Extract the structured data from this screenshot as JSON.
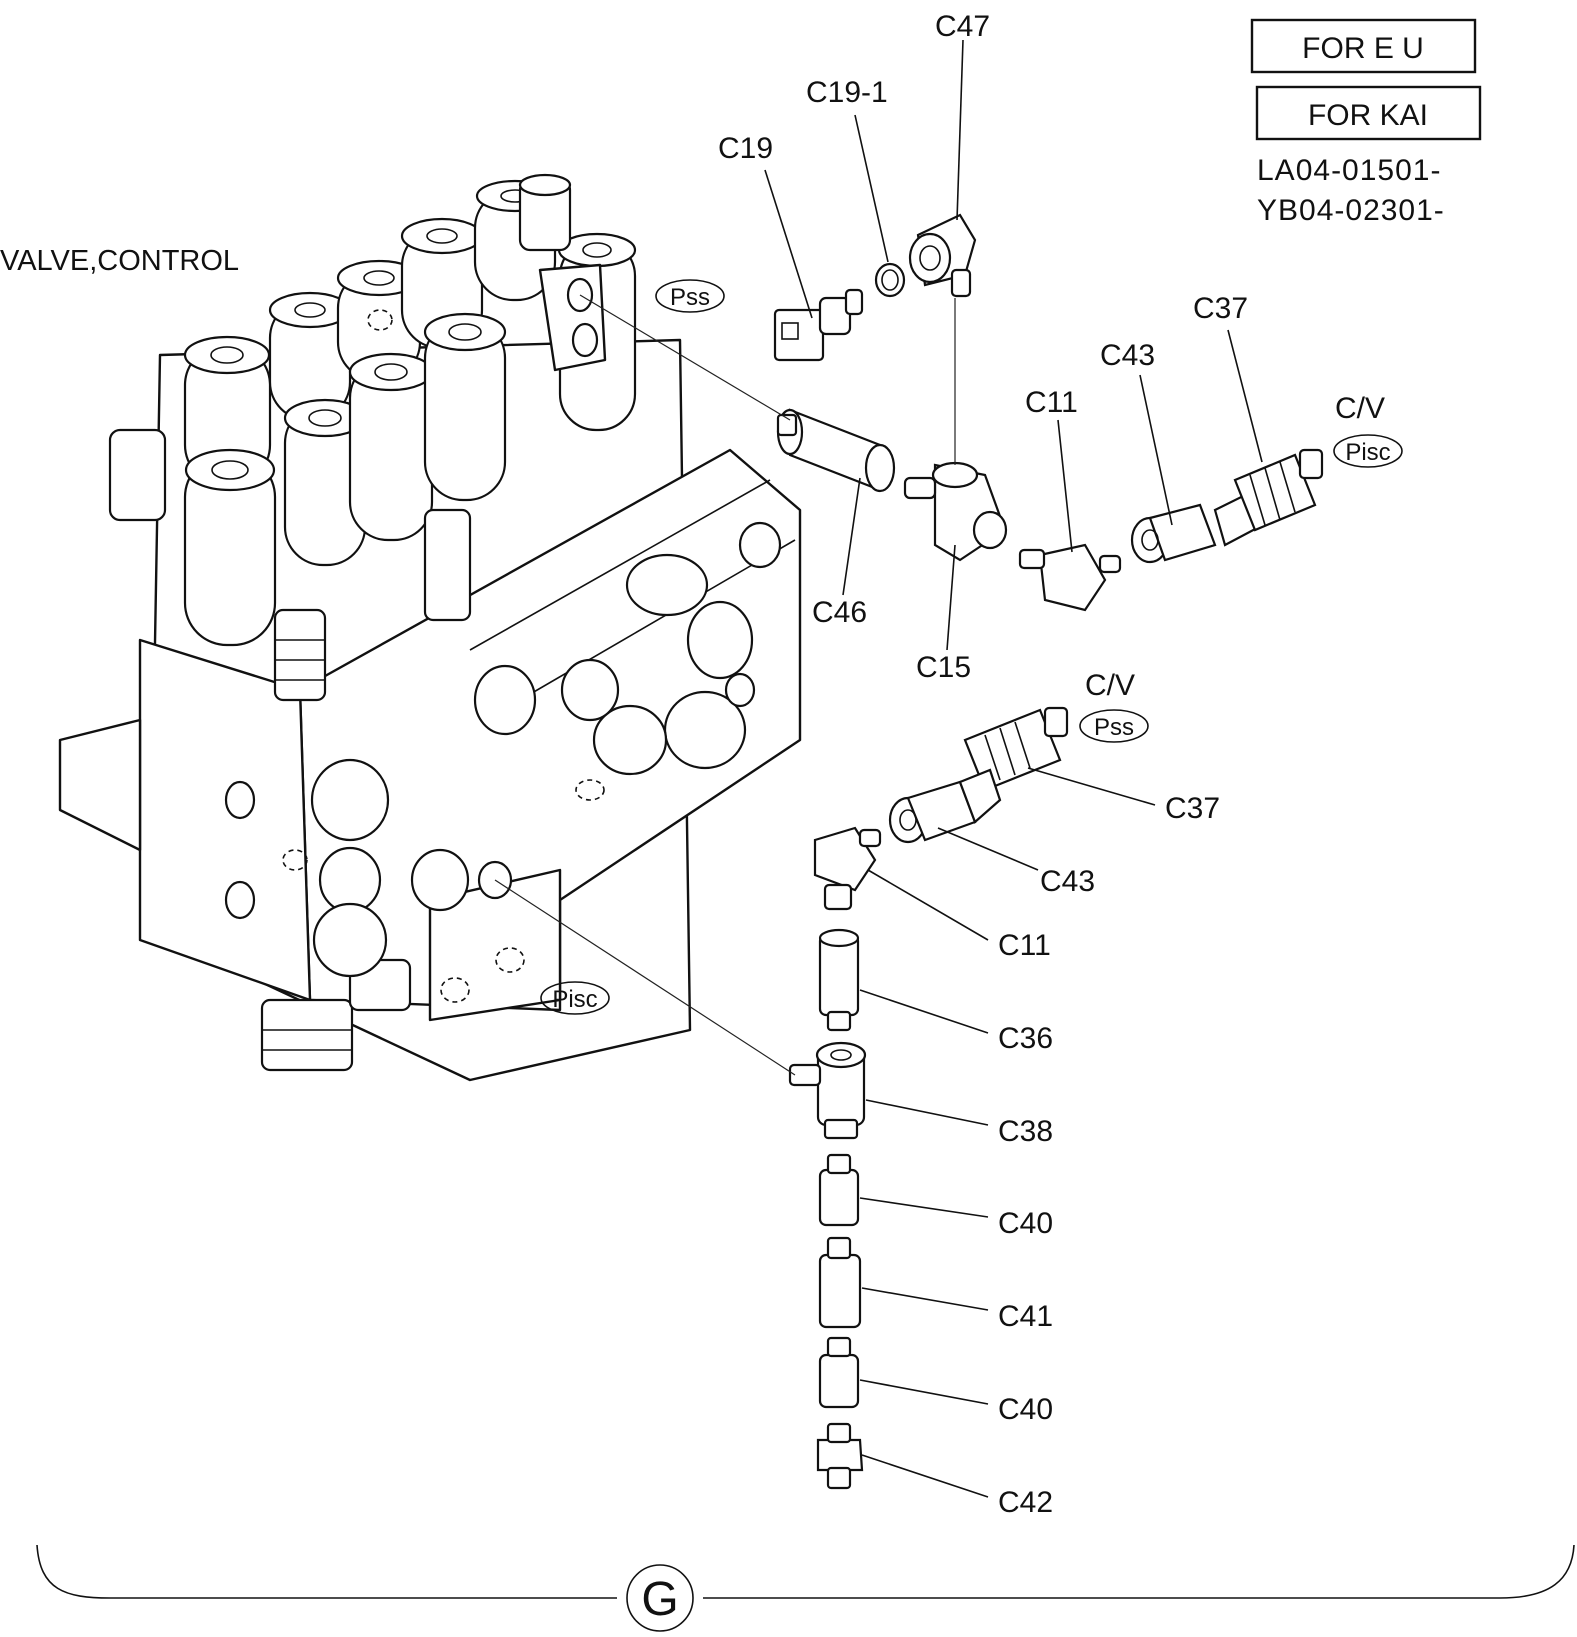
{
  "title": "VALVE,CONTROL",
  "notes": {
    "for_eu": "FOR E U",
    "for_kai": "FOR KAI",
    "serial_1": "LA04-01501-",
    "serial_2": "YB04-02301-"
  },
  "ports": {
    "pss_upper": "Pss",
    "pisc_upper": "Pisc",
    "pss_lower": "Pss",
    "pisc_lower": "Pisc",
    "cv_upper": "C/V",
    "cv_lower": "C/V"
  },
  "parts": {
    "c47": "C47",
    "c19_1": "C19-1",
    "c19": "C19",
    "c37_upper": "C37",
    "c43_upper": "C43",
    "c11_upper": "C11",
    "c46": "C46",
    "c15": "C15",
    "c37_lower": "C37",
    "c43_lower": "C43",
    "c11_lower": "C11",
    "c36": "C36",
    "c38": "C38",
    "c40_a": "C40",
    "c41": "C41",
    "c40_b": "C40",
    "c42": "C42"
  },
  "group_label": "G"
}
